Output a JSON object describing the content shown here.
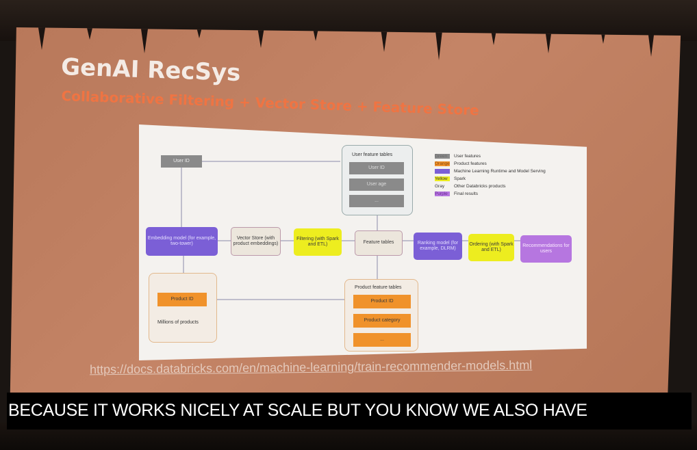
{
  "slide": {
    "title": "GenAI RecSys",
    "subtitle": "Collaborative Filtering + Vector Store + Feature Store",
    "url": "https://docs.databricks.com/en/machine-learning/train-recommender-models.html"
  },
  "caption": "BECAUSE IT WORKS NICELY AT SCALE BUT YOU KNOW WE ALSO HAVE",
  "diagram": {
    "user_id": "User ID",
    "user_feature_tables": {
      "label": "User feature tables",
      "items": [
        "User ID",
        "User age",
        "..."
      ]
    },
    "embedding_model": "Embedding model (for example, two-tower)",
    "vector_store": "Vector Store (with product embeddings)",
    "filtering": "Filtering (with Spark and ETL)",
    "feature_tables": "Feature tables",
    "ranking_model": "Ranking model (for example, DLRM)",
    "ordering": "Ordering (with Spark and ETL)",
    "recommendations": "Recommendations for users",
    "products_group": {
      "product_id": "Product ID",
      "label": "Millions of products"
    },
    "product_feature_tables": {
      "label": "Product feature tables",
      "items": [
        "Product ID",
        "Product category",
        "..."
      ]
    },
    "legend": [
      {
        "key": "Green",
        "desc": "User features"
      },
      {
        "key": "Orange",
        "desc": "Product features"
      },
      {
        "key": "Blue",
        "desc": "Machine Learning Runtime and Model Serving"
      },
      {
        "key": "Yellow",
        "desc": "Spark"
      },
      {
        "key": "Gray",
        "desc": "Other Databricks products"
      },
      {
        "key": "Purple",
        "desc": "Final results"
      }
    ]
  },
  "colors": {
    "gray": "#8a8a8a",
    "orange": "#f0922b",
    "blue": "#7b5fd6",
    "yellow": "#eded1f",
    "purple": "#b676e0",
    "beige": "#ece6dc"
  }
}
